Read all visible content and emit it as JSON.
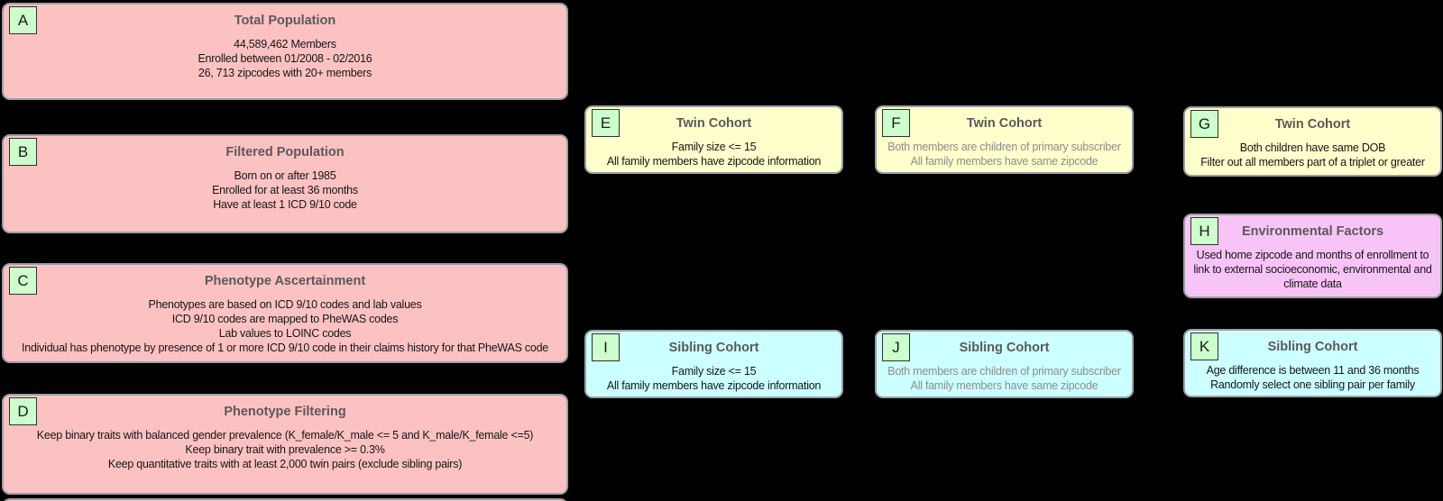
{
  "palette": {
    "bg": "#000000",
    "pink": "#fcc2c2",
    "yellow": "#ffffcc",
    "cyan": "#ccffff",
    "magenta": "#f8c4f8",
    "badge": "#ccffcc",
    "border": "#9aa0a6",
    "title": "#595959"
  },
  "boxes": [
    {
      "label": "A",
      "title": "Total Population",
      "lines": [
        "44,589,462 Members",
        "Enrolled between 01/2008 - 02/2016",
        "26, 713 zipcodes with 20+ members"
      ]
    },
    {
      "label": "B",
      "title": "Filtered Population",
      "lines": [
        "Born on or after 1985",
        "Enrolled for at least 36 months",
        "Have at least 1 ICD 9/10 code"
      ]
    },
    {
      "label": "C",
      "title": "Phenotype Ascertainment",
      "lines": [
        "Phenotypes are based on ICD 9/10 codes and lab values",
        "ICD 9/10 codes are mapped to PheWAS codes",
        "Lab values to LOINC codes",
        "Individual has phenotype by presence of 1 or more ICD 9/10 code in their claims history for that PheWAS code"
      ]
    },
    {
      "label": "D",
      "title": "Phenotype Filtering",
      "lines": [
        "Keep binary traits with balanced gender prevalence (K_female/K_male <= 5 and K_male/K_female <=5)",
        "Keep binary trait with prevalence >= 0.3%",
        "Keep quantitative traits with at least 2,000 twin pairs (exclude sibling pairs)"
      ]
    },
    {
      "label": "E",
      "title": "Twin Cohort",
      "lines": [
        "Family size <= 15",
        "All family members have zipcode information"
      ]
    },
    {
      "label": "F",
      "title": "Twin Cohort",
      "lines": [
        "Both members are children of primary subscriber",
        "All family members have same zipcode"
      ]
    },
    {
      "label": "G",
      "title": "Twin Cohort",
      "lines": [
        "Both children have same DOB",
        "Filter out all members part of a triplet or greater"
      ]
    },
    {
      "label": "H",
      "title": "Environmental Factors",
      "lines": [
        "Used home zipcode and months of enrollment to",
        "link to external socioeconomic, environmental and",
        "climate data"
      ]
    },
    {
      "label": "I",
      "title": "Sibling Cohort",
      "lines": [
        "Family size <= 15",
        "All family members have zipcode information"
      ]
    },
    {
      "label": "J",
      "title": "Sibling Cohort",
      "lines": [
        "Both members are children of primary subscriber",
        "All family members have same zipcode"
      ]
    },
    {
      "label": "K",
      "title": "Sibling Cohort",
      "lines": [
        "Age difference is between 11 and 36 months",
        "Randomly select one sibling pair per family"
      ]
    }
  ]
}
